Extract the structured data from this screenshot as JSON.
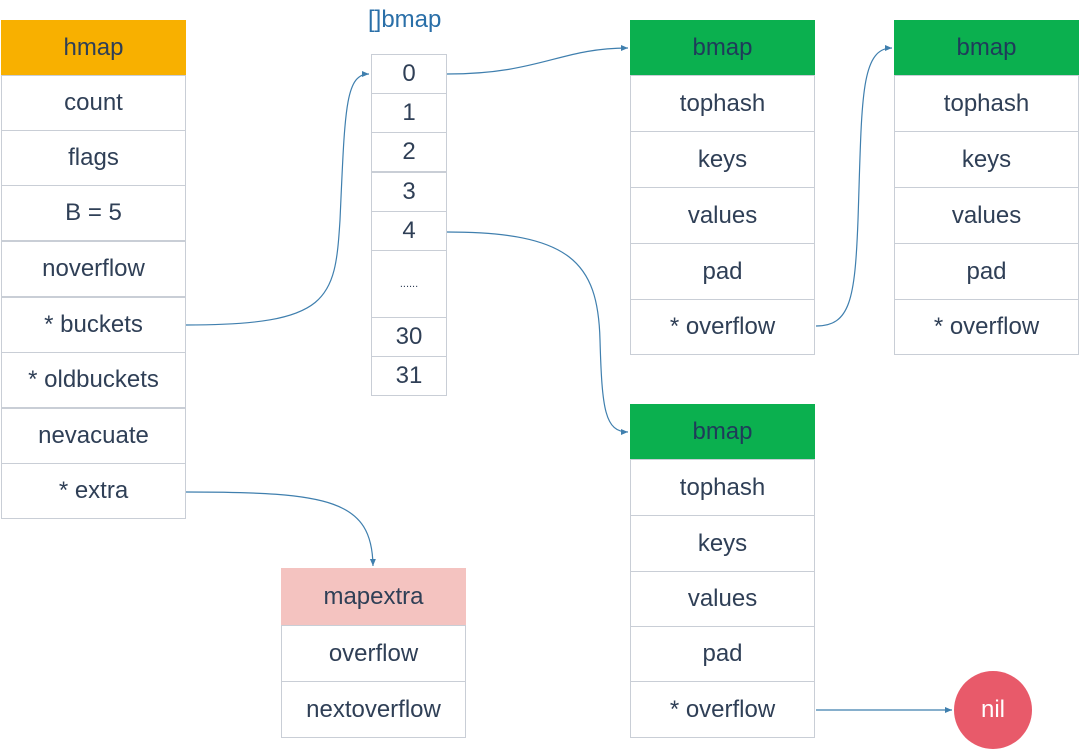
{
  "hmap": {
    "header": "hmap",
    "fields": [
      "count",
      "flags",
      "B = 5",
      "noverflow",
      "* buckets",
      "* oldbuckets",
      "nevacuate",
      "* extra"
    ]
  },
  "buckets_array": {
    "title": "[]bmap",
    "slots": [
      "0",
      "1",
      "2",
      "3",
      "4",
      "......",
      "30",
      "31"
    ]
  },
  "bmap_1": {
    "header": "bmap",
    "fields": [
      "tophash",
      "keys",
      "values",
      "pad",
      "* overflow"
    ]
  },
  "bmap_2": {
    "header": "bmap",
    "fields": [
      "tophash",
      "keys",
      "values",
      "pad",
      "* overflow"
    ]
  },
  "bmap_3": {
    "header": "bmap",
    "fields": [
      "tophash",
      "keys",
      "values",
      "pad",
      "* overflow"
    ]
  },
  "mapextra": {
    "header": "mapextra",
    "fields": [
      "overflow",
      "nextoverflow"
    ]
  },
  "nil_node": {
    "label": "nil"
  },
  "colors": {
    "hmap_header": "#f8b000",
    "bmap_header": "#0bb04f",
    "mapextra_header": "#f4c3c0",
    "nil": "#e85a6a",
    "arrow": "#3f7fae"
  }
}
